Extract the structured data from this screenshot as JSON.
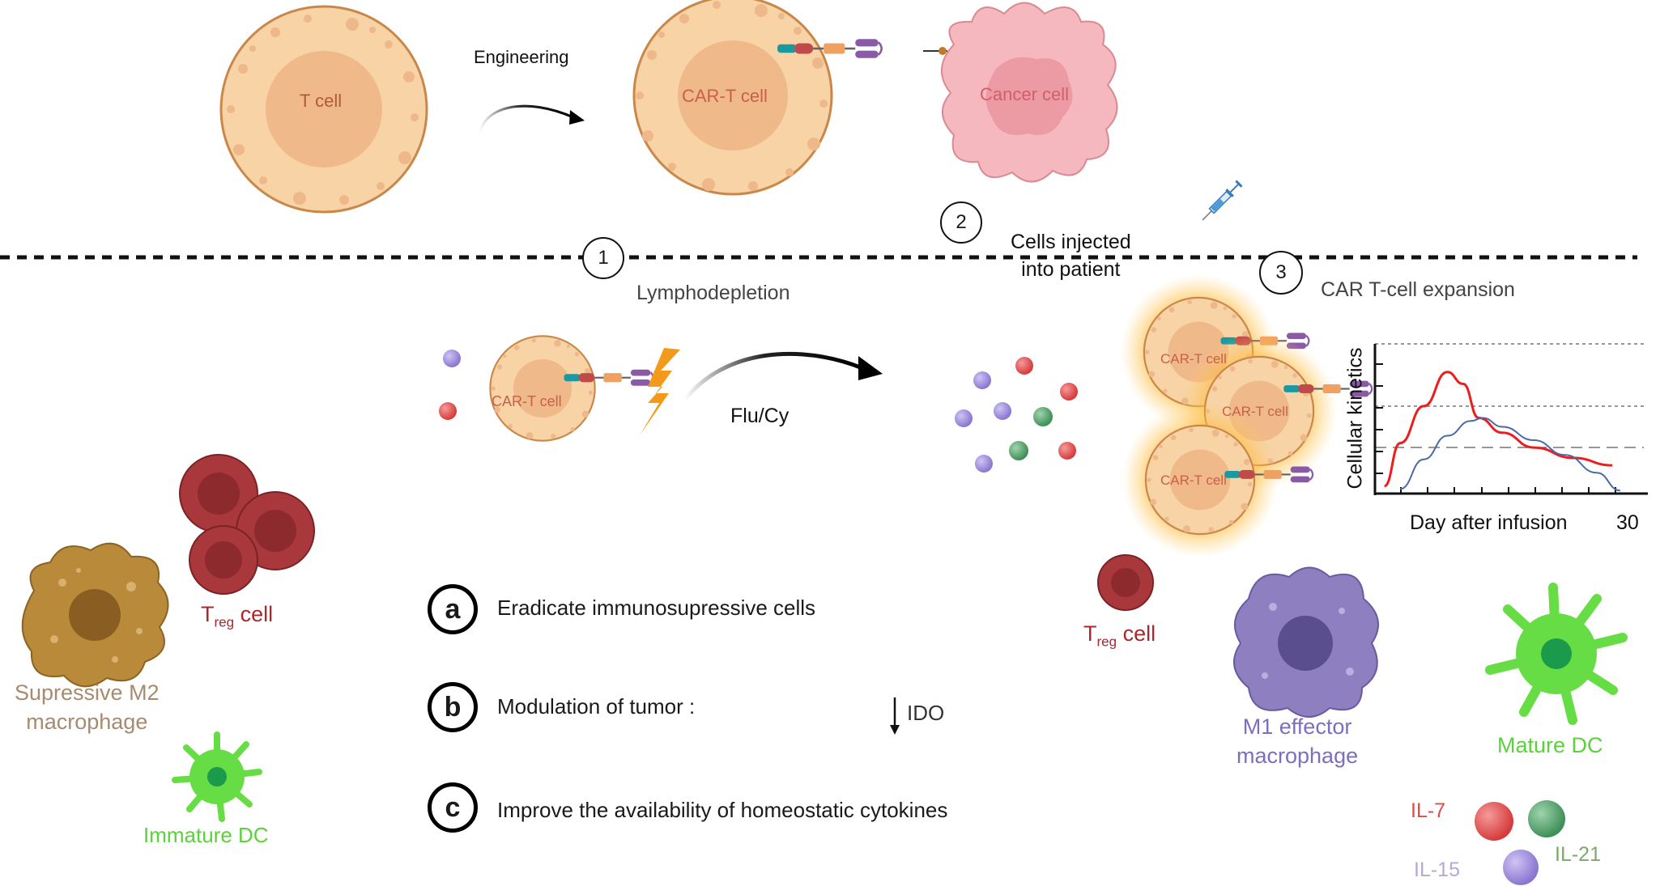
{
  "cells": {
    "t_cell": "T cell",
    "car_t_cell": "CAR-T cell",
    "cancer_cell": "Cancer cell"
  },
  "labels": {
    "engineering": "Engineering",
    "cells_injected_line1": "Cells injected",
    "cells_injected_line2": "into patient",
    "lymphodepletion": "Lymphodepletion",
    "car_t_expansion": "CAR T-cell expansion",
    "flu_cy": "Flu/Cy",
    "treg_prefix": "T",
    "treg_sub": "reg",
    "treg_suffix": " cell",
    "m2_line1": "Supressive M2",
    "m2_line2": "macrophage",
    "immature_dc": "Immature DC",
    "m1_line1": "M1 effector",
    "m1_line2": "macrophage",
    "mature_dc": "Mature DC",
    "ido": "IDO",
    "il7": "IL-7",
    "il15": "IL-15",
    "il21": "IL-21"
  },
  "steps": [
    "1",
    "2",
    "3"
  ],
  "mechanisms": [
    {
      "badge": "a",
      "text": "Eradicate immunosupressive cells"
    },
    {
      "badge": "b",
      "text": "Modulation of tumor :"
    },
    {
      "badge": "c",
      "text": "Improve the availability of homeostatic cytokines"
    }
  ],
  "colors": {
    "cell_outer": "#f7d3a6",
    "cell_nucleus": "#f0b98a",
    "cancer": "#f5b8be",
    "treg": "#a8383c",
    "m2": "#b88a3a",
    "m1": "#8e7fc0",
    "dc_green": "#66dd44",
    "bead_red": "#e04a4a",
    "bead_purple": "#9a88d8",
    "bead_green": "#4a9a62",
    "red_curve": "#ee1c1c",
    "blue_curve": "#4a6aa8"
  },
  "chart_data": {
    "type": "line",
    "title": "",
    "xlabel": "Day after infusion",
    "ylabel": "Cellular kinetics",
    "xticks": [
      "30"
    ],
    "xlim": [
      0,
      34
    ],
    "ylim": [
      0,
      10
    ],
    "series": [
      {
        "values": [
          [
            1,
            0.4
          ],
          [
            3,
            3.3
          ],
          [
            6,
            5.8
          ],
          [
            9,
            8.1
          ],
          [
            11,
            7.3
          ],
          [
            13,
            5.0
          ],
          [
            16,
            4.0
          ],
          [
            20,
            3.0
          ],
          [
            25,
            2.3
          ],
          [
            30,
            1.8
          ]
        ]
      },
      {
        "values": [
          [
            3,
            0.2
          ],
          [
            6,
            2.2
          ],
          [
            9,
            3.8
          ],
          [
            12,
            4.8
          ],
          [
            13.5,
            5.0
          ],
          [
            16,
            4.4
          ],
          [
            20,
            3.5
          ],
          [
            24,
            2.5
          ],
          [
            28,
            1.3
          ],
          [
            31,
            0.1
          ]
        ]
      }
    ]
  }
}
